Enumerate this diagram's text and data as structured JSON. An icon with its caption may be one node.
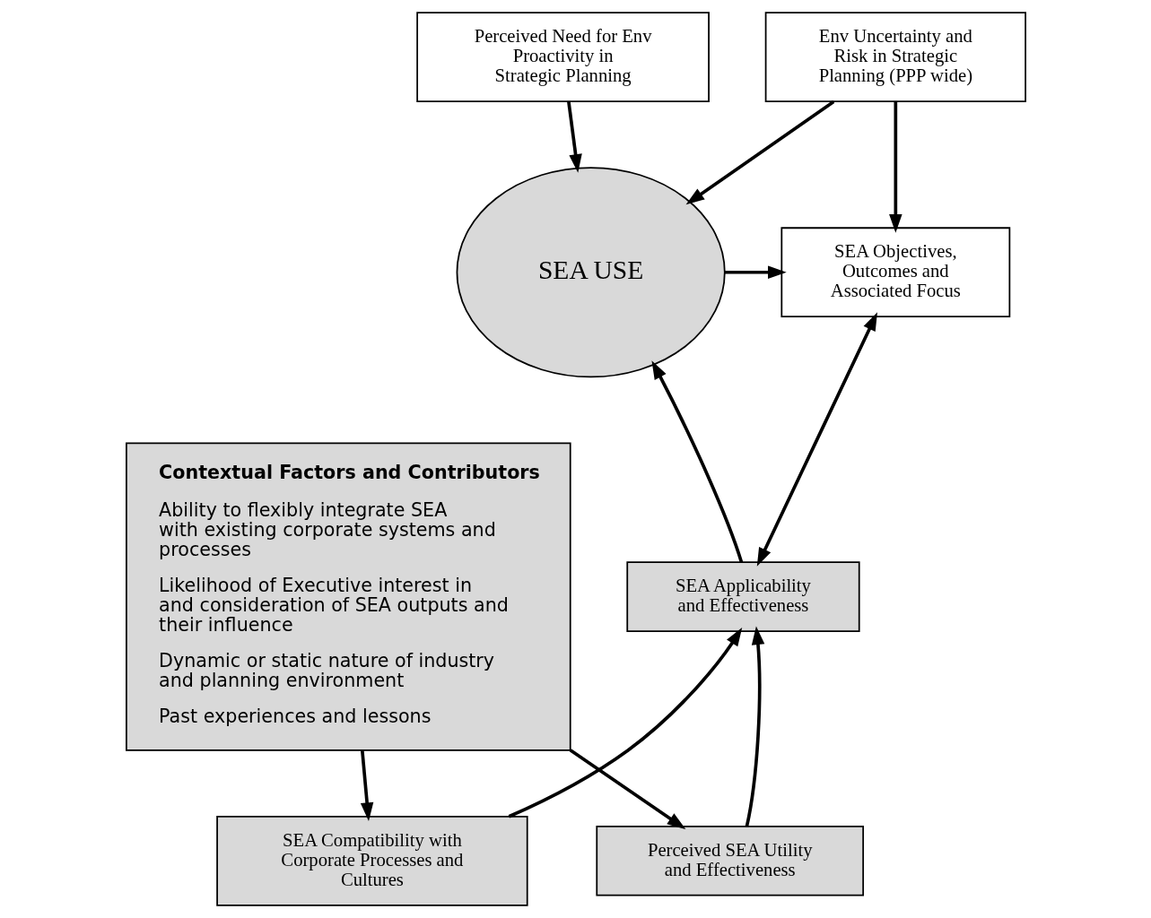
{
  "diagram": {
    "nodes": [
      {
        "text": [
          "Env Uncertainty and Risk in Strategic Planning (PPP wide)"
        ]
      },
      {
        "text": [
          "Perceived Need for Env Proactivity in Strategic Planning"
        ]
      },
      {
        "text": [
          "SEA USE"
        ]
      },
      {
        "text": [
          "SEA Objectives, Outcomes and Associated Focus"
        ]
      },
      {
        "text": [
          "Contextual Factors and Contributors",
          "Ability to flexibly integrate SEA with existing corporate systems and processes",
          "Likelihood of Executive interest in and consideration of SEA outputs and their influence",
          "Dynamic or static nature of industry and planning environment",
          "Past experiences and lessons"
        ]
      },
      {
        "text": [
          "SEA Applicability and Effectiveness"
        ]
      },
      {
        "text": [
          "SEA Compatibility with Corporate Processes and Cultures"
        ]
      },
      {
        "text": [
          "Perceived SEA Utility and Effectiveness"
        ]
      }
    ],
    "edges": [
      {
        "from": 0,
        "to": 3,
        "arrow": "to"
      },
      {
        "from": 0,
        "to": 2,
        "arrow": "to"
      },
      {
        "from": 1,
        "to": 2,
        "arrow": "to"
      },
      {
        "from": 2,
        "to": 3,
        "arrow": "to"
      },
      {
        "from": 3,
        "to": 5,
        "arrow": "both"
      },
      {
        "from": 5,
        "to": 2,
        "arrow": "to"
      },
      {
        "from": 6,
        "to": 5,
        "arrow": "to"
      },
      {
        "from": 7,
        "to": 5,
        "arrow": "to"
      },
      {
        "from": 4,
        "to": 6,
        "arrow": "to"
      },
      {
        "from": 4,
        "to": 7,
        "arrow": "to"
      }
    ]
  }
}
